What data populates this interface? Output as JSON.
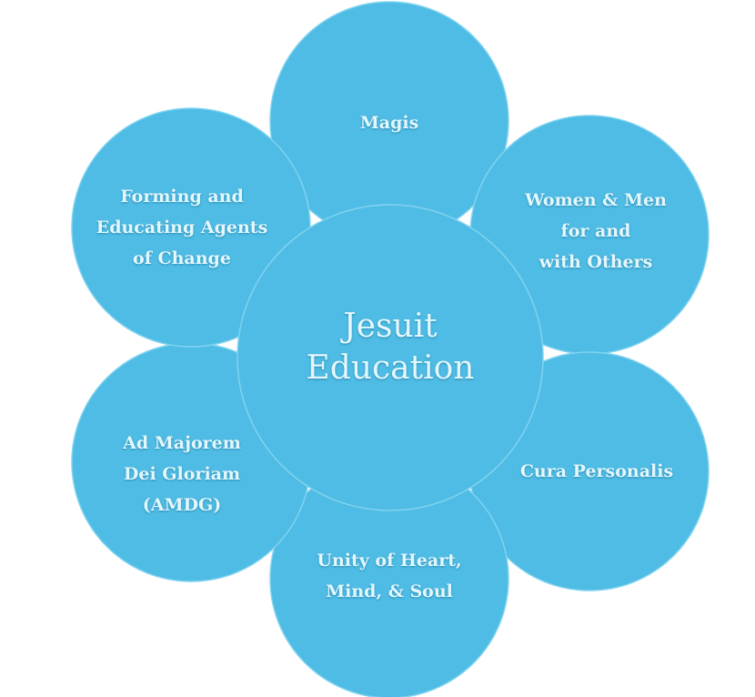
{
  "diagram": {
    "center": {
      "title_line1": "Jesuit",
      "title_line2": "Education"
    },
    "petals": [
      {
        "id": "magis",
        "lines": [
          "Magis"
        ]
      },
      {
        "id": "women-men",
        "lines": [
          "Women & Men",
          "for and",
          "with Others"
        ]
      },
      {
        "id": "cura",
        "lines": [
          "Cura Personalis"
        ]
      },
      {
        "id": "unity",
        "lines": [
          "Unity of Heart,",
          "Mind, & Soul"
        ]
      },
      {
        "id": "amdg",
        "lines": [
          "Ad Majorem",
          "Dei Gloriam",
          "(AMDG)"
        ]
      },
      {
        "id": "forming",
        "lines": [
          "Forming and",
          "Educating Agents",
          "of Change"
        ]
      }
    ],
    "colors": {
      "fill": "#19a8dc",
      "text": "#e4f7fd"
    }
  }
}
